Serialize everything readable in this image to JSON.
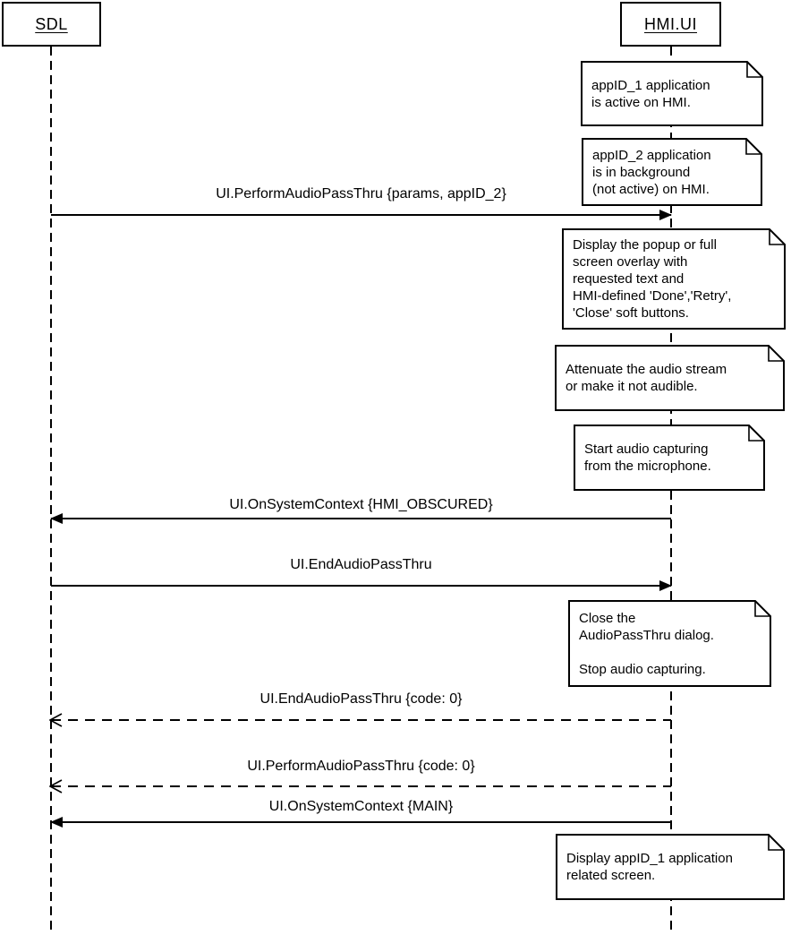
{
  "actors": [
    {
      "label": "SDL"
    },
    {
      "label": "HMI.UI"
    }
  ],
  "messages": [
    {
      "label": "UI.PerformAudioPassThru {params, appID_2}",
      "direction": "right",
      "style": "solid"
    },
    {
      "label": "UI.OnSystemContext {HMI_OBSCURED}",
      "direction": "left",
      "style": "solid"
    },
    {
      "label": "UI.EndAudioPassThru",
      "direction": "right",
      "style": "solid"
    },
    {
      "label": "UI.EndAudioPassThru {code: 0}",
      "direction": "left",
      "style": "dashed"
    },
    {
      "label": "UI.PerformAudioPassThru {code: 0}",
      "direction": "left",
      "style": "dashed"
    },
    {
      "label": "UI.OnSystemContext {MAIN}",
      "direction": "left",
      "style": "solid"
    }
  ],
  "notes": [
    {
      "text": "appID_1 application\nis active on HMI."
    },
    {
      "text": "appID_2 application\nis in background\n(not active) on HMI."
    },
    {
      "text": "Display the popup or full\nscreen overlay with\nrequested text and\nHMI-defined 'Done','Retry',\n'Close' soft buttons."
    },
    {
      "text": "Attenuate the audio stream\nor make it not audible."
    },
    {
      "text": "Start audio capturing\nfrom the microphone."
    },
    {
      "text": "Close the\nAudioPassThru dialog.\n\nStop audio capturing."
    },
    {
      "text": "Display appID_1 application\nrelated screen."
    }
  ],
  "colors": {
    "line": "#000000",
    "background": "#ffffff"
  }
}
